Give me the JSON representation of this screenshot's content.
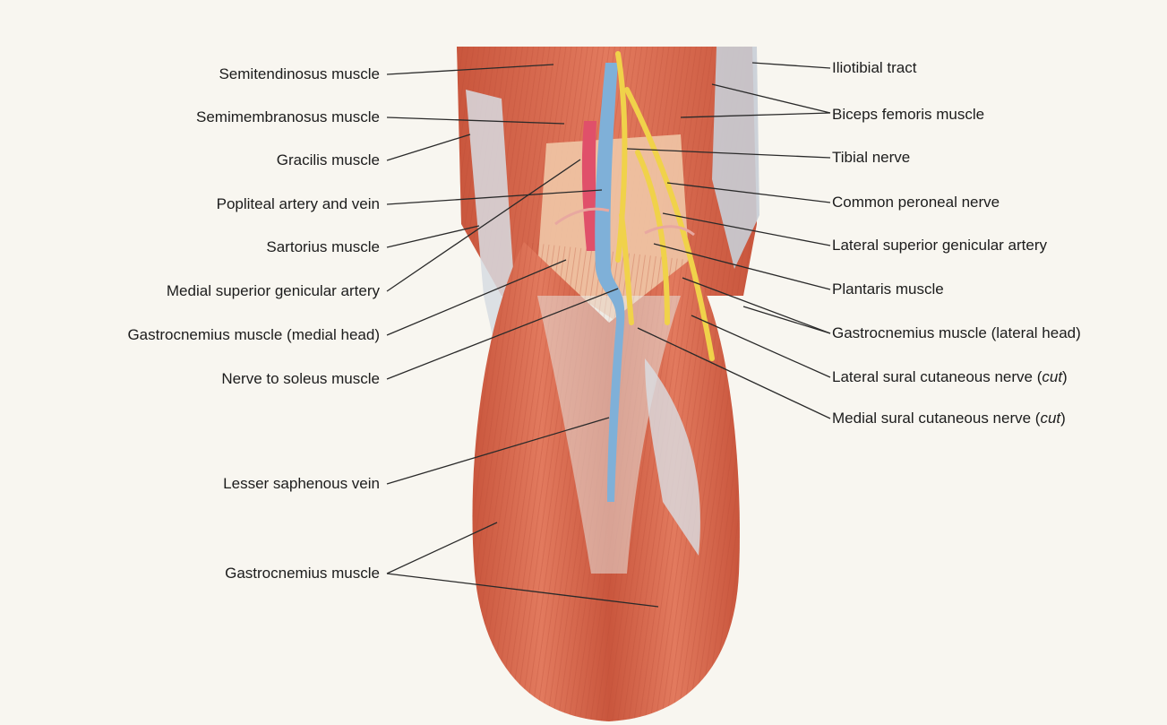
{
  "left_labels": [
    "Semitendinosus muscle",
    "Semimembranosus muscle",
    "Gracilis muscle",
    "Popliteal artery and vein",
    "Sartorius muscle",
    "Medial superior genicular artery",
    "Gastrocnemius muscle (medial head)",
    "Nerve to soleus muscle",
    "Lesser saphenous vein",
    "Gastrocnemius muscle"
  ],
  "right_labels": [
    "Iliotibial tract",
    "Biceps femoris muscle",
    "Tibial nerve",
    "Common peroneal nerve",
    "Lateral superior genicular artery",
    "Plantaris muscle",
    "Gastrocnemius muscle (lateral head)",
    "Lateral sural cutaneous nerve (cut)",
    "Medial sural cutaneous nerve (cut)"
  ],
  "colors": {
    "muscle": "#d9694f",
    "muscle_light": "#e98a6e",
    "fascia": "#d9dee3",
    "artery": "#e0506a",
    "vein": "#7fb0d8",
    "nerve": "#f0d24a",
    "leader": "#2a2a2a"
  }
}
